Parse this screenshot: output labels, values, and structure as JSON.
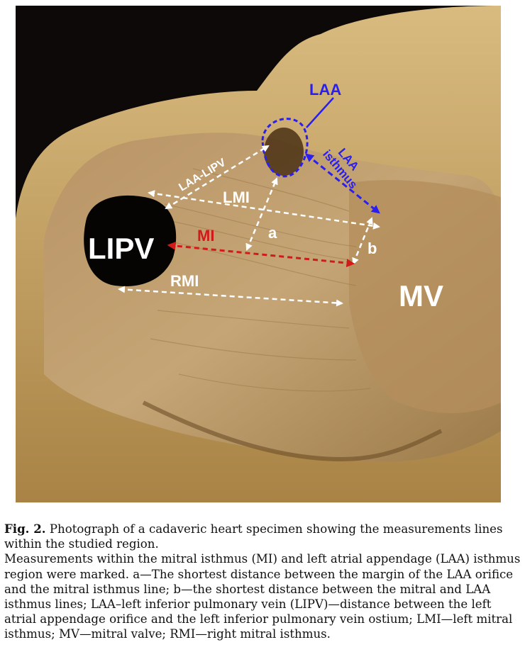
{
  "photo": {
    "labels": {
      "lipv": "LIPV",
      "mv": "MV",
      "laa": "LAA",
      "laa_isthmus_line1": "LAA",
      "laa_isthmus_line2": "isthmus",
      "laa_lipv": "LAA-LIPV",
      "lmi": "LMI",
      "mi": "MI",
      "a": "a",
      "b": "b",
      "rmi": "RMI"
    },
    "colors": {
      "white_lines": "#ffffff",
      "mi_line": "#d11a1a",
      "laa_line": "#2b1ff0",
      "background": "#0c0908",
      "tissue": "#c9a66b"
    }
  },
  "caption": {
    "fig_label": "Fig. 2.",
    "title": "Photograph of a cadaveric heart specimen showing the measurements lines within the studied region.",
    "body": "Measurements within the mitral isthmus (MI) and left atrial appendage (LAA) isthmus region were marked. a—The shortest distance between the margin of the LAA orifice and the mitral isthmus line; b—the shortest distance between the mitral and LAA isthmus lines; LAA–left inferior pulmonary vein (LIPV)—distance between the left atrial appendage orifice and the left inferior pulmonary vein ostium; LMI—left mitral isthmus; MV—mitral valve; RMI—right mitral isthmus."
  }
}
